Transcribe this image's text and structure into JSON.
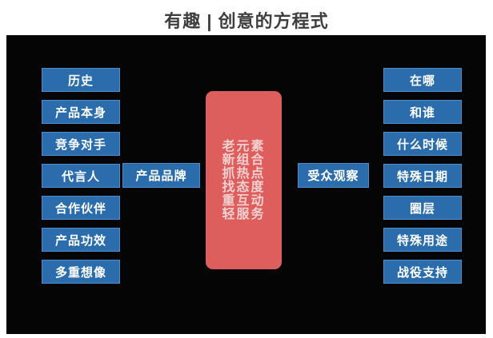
{
  "title": "有趣 | 创意的方程式",
  "left_column": {
    "items": [
      "历史",
      "产品本身",
      "竞争对手",
      "代言人",
      "合作伙伴",
      "产品功效",
      "多重想像"
    ]
  },
  "left_connector": {
    "label": "产品品牌"
  },
  "center_formula": {
    "lines": [
      "老元素",
      "新组合",
      "抓热点",
      "找态度",
      "重互动",
      "轻服务"
    ]
  },
  "right_connector": {
    "label": "受众观察"
  },
  "right_column": {
    "items": [
      "在哪",
      "和谁",
      "什么时候",
      "特殊日期",
      "圈层",
      "特殊用途",
      "战役支持"
    ]
  },
  "colors": {
    "box_blue": "#2b6cac",
    "box_border_blue": "#4d8cc4",
    "formula_red": "#de5e5d",
    "formula_text": "#f2d1d0",
    "panel_black": "#050505",
    "title_gray": "#3e3e3e"
  }
}
